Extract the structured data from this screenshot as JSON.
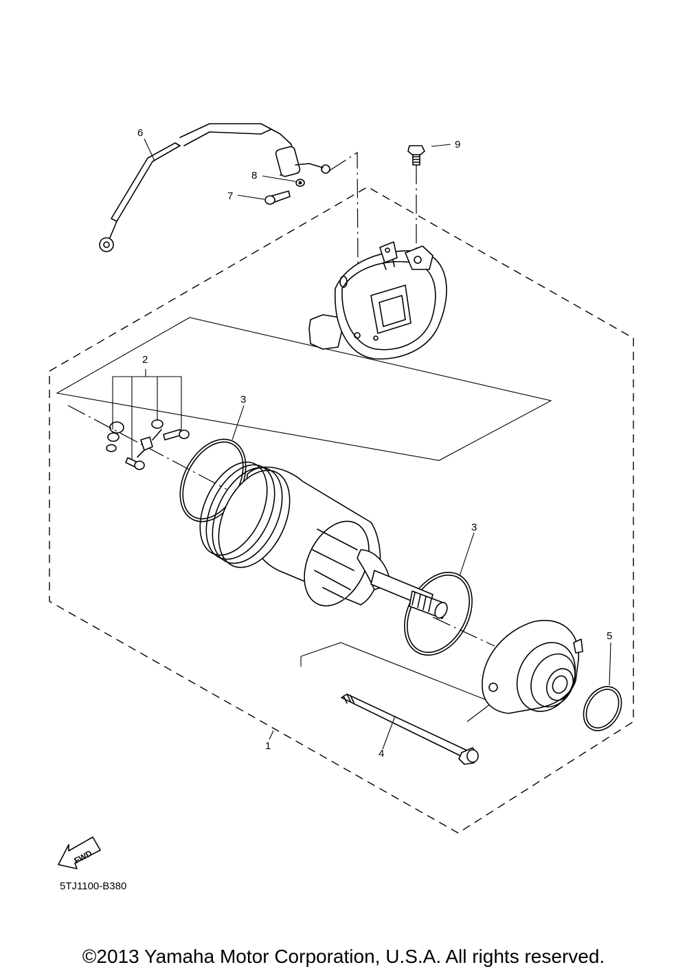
{
  "callouts": {
    "c1": "1",
    "c2": "2",
    "c3a": "3",
    "c3b": "3",
    "c4": "4",
    "c5": "5",
    "c6": "6",
    "c7": "7",
    "c8": "8",
    "c9": "9"
  },
  "fwd_label": "FWD",
  "diagram_code": "5TJ1100-B380",
  "copyright": "©2013 Yamaha Motor Corporation, U.S.A. All rights reserved."
}
